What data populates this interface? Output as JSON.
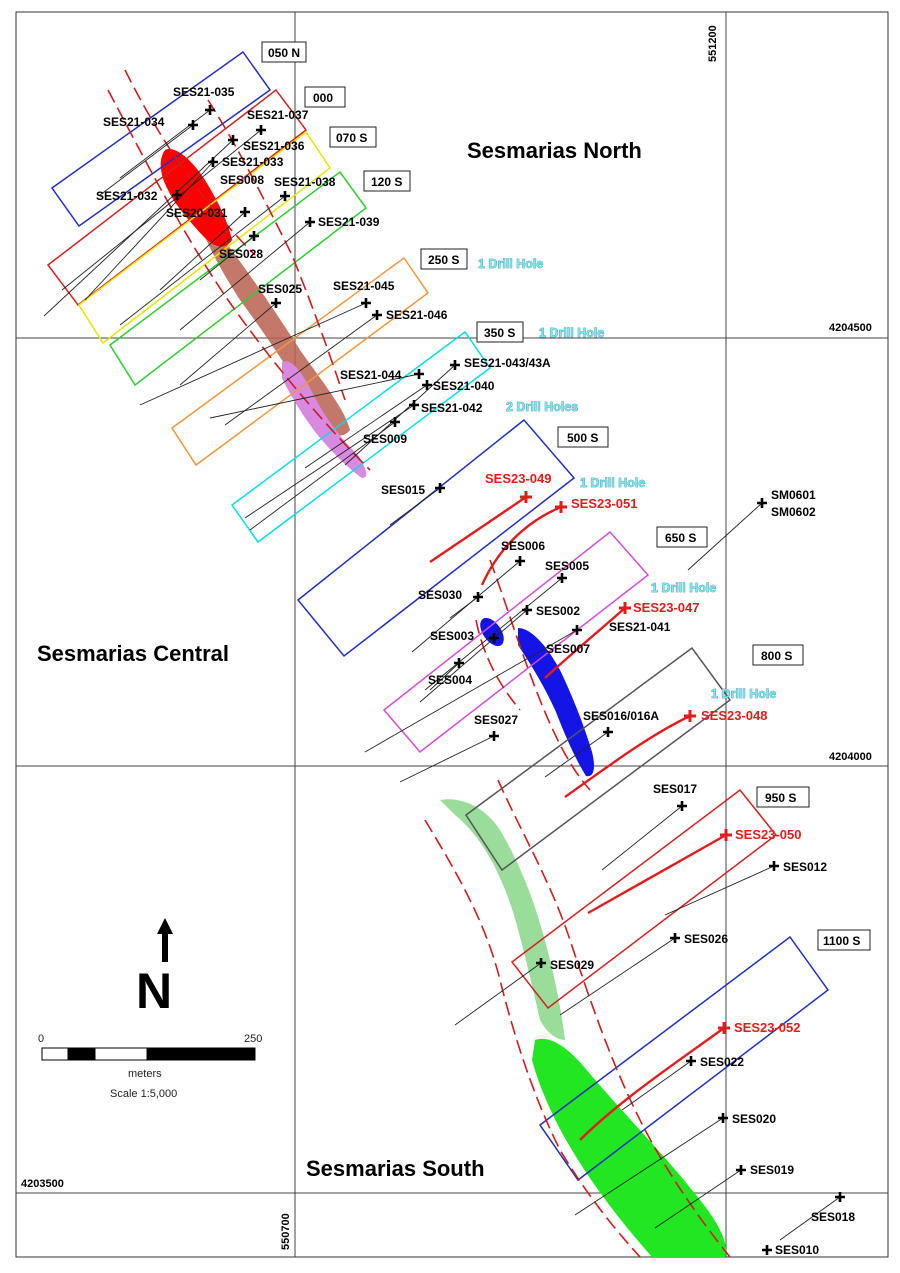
{
  "zones": {
    "north": "Sesmarias North",
    "central": "Sesmarias Central",
    "south": "Sesmarias South"
  },
  "coordinates": {
    "easting_top": "551200",
    "easting_bottom": "550700",
    "northing_4204500": "4204500",
    "northing_4204000": "4204000",
    "northing_4203500": "4203500"
  },
  "sections": [
    "050 N",
    "000",
    "070 S",
    "120 S",
    "250 S",
    "350 S",
    "500 S",
    "650 S",
    "800 S",
    "950 S",
    "1100 S"
  ],
  "drill_notes": {
    "s250": "1 Drill Hole",
    "s350": "1 Drill Hole",
    "s350b": "2 Drill Holes",
    "s500": "1 Drill Hole",
    "s650": "1 Drill Hole",
    "s800": "1 Drill Hole"
  },
  "holes_black": {
    "ses21_035": "SES21-035",
    "ses21_034": "SES21-034",
    "ses21_037": "SES21-037",
    "ses21_036": "SES21-036",
    "ses21_033": "SES21-033",
    "ses008": "SES008",
    "ses21_032": "SES21-032",
    "ses21_038": "SES21-038",
    "ses20_031": "SES20-031",
    "ses21_039": "SES21-039",
    "ses028": "SES028",
    "ses025": "SES025",
    "ses21_045": "SES21-045",
    "ses21_046": "SES21-046",
    "ses21_043": "SES21-043/43A",
    "ses21_044": "SES21-044",
    "ses21_040": "SES21-040",
    "ses21_042": "SES21-042",
    "ses009": "SES009",
    "ses015": "SES015",
    "sm0601": "SM0601",
    "sm0602": "SM0602",
    "ses006": "SES006",
    "ses005": "SES005",
    "ses030": "SES030",
    "ses002": "SES002",
    "ses003": "SES003",
    "ses21_041": "SES21-041",
    "ses007": "SES007",
    "ses004": "SES004",
    "ses027": "SES027",
    "ses016": "SES016/016A",
    "ses017": "SES017",
    "ses012": "SES012",
    "ses026": "SES026",
    "ses029": "SES029",
    "ses022": "SES022",
    "ses020": "SES020",
    "ses019": "SES019",
    "ses018": "SES018",
    "ses010": "SES010"
  },
  "holes_red": {
    "ses23_049": "SES23-049",
    "ses23_051": "SES23-051",
    "ses23_047": "SES23-047",
    "ses23_048": "SES23-048",
    "ses23_050": "SES23-050",
    "ses23_052": "SES23-052"
  },
  "scale": {
    "min": "0",
    "max": "250",
    "unit": "meters",
    "ratio": "Scale 1:5,000"
  },
  "north_arrow": "N",
  "colors": {
    "north_body": "#ff0000",
    "north_plunge": "#b8604f",
    "central_body": "#1414e6",
    "pink_body": "#d88ae0",
    "south_body": "#22e622",
    "south_plunge": "#8fd98f",
    "new_holes": "#e41b1b"
  }
}
